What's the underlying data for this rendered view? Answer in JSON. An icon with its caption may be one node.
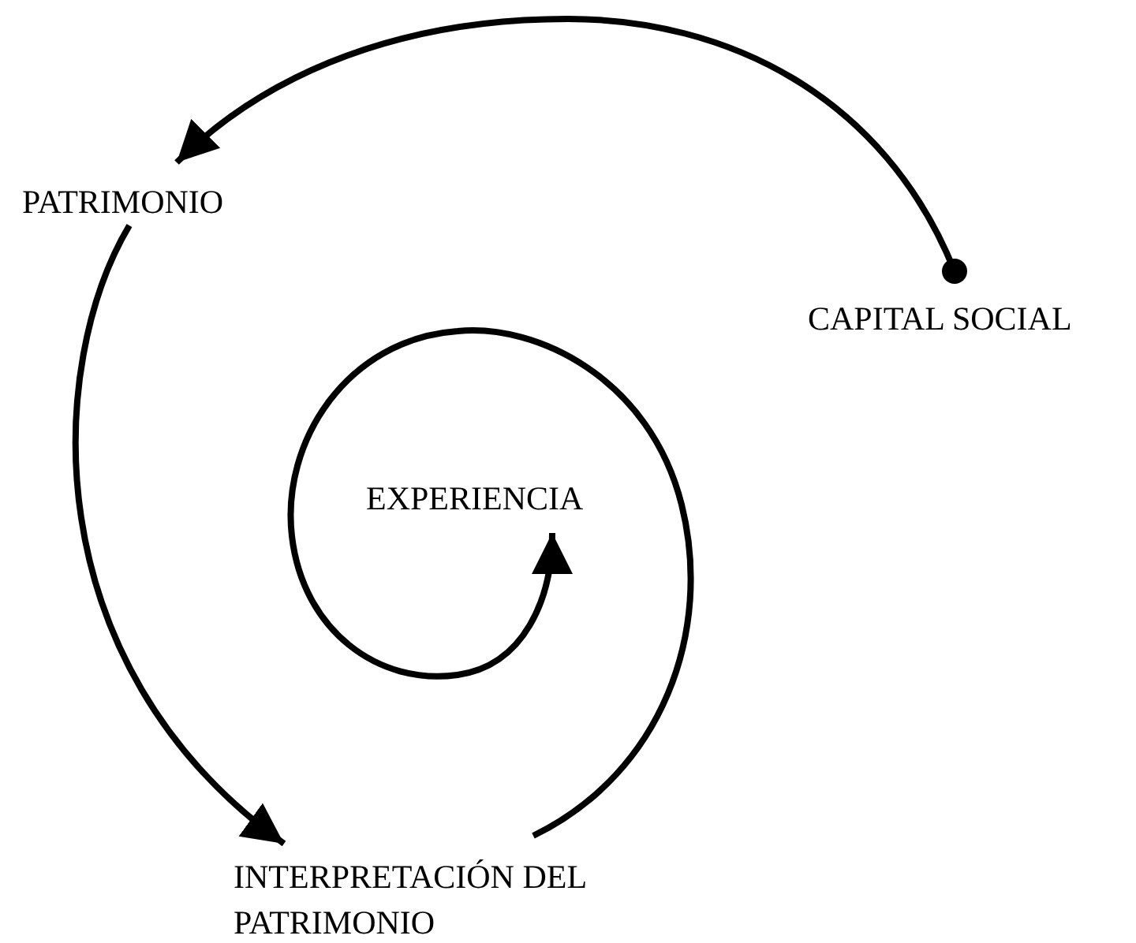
{
  "diagram": {
    "nodes": [
      {
        "text": [
          "PATRIMONIO"
        ]
      },
      {
        "text": [
          "CAPITAL SOCIAL"
        ]
      },
      {
        "text": [
          "EXPERIENCIA"
        ]
      },
      {
        "text": [
          "INTERPRETACIÓN DEL PATRIMONIO"
        ]
      }
    ],
    "edges": [
      {
        "from": 1,
        "to": 0,
        "arrow": "to"
      },
      {
        "from": 0,
        "to": 3,
        "arrow": "to"
      },
      {
        "from": 3,
        "to": 2,
        "arrow": "to"
      }
    ]
  }
}
